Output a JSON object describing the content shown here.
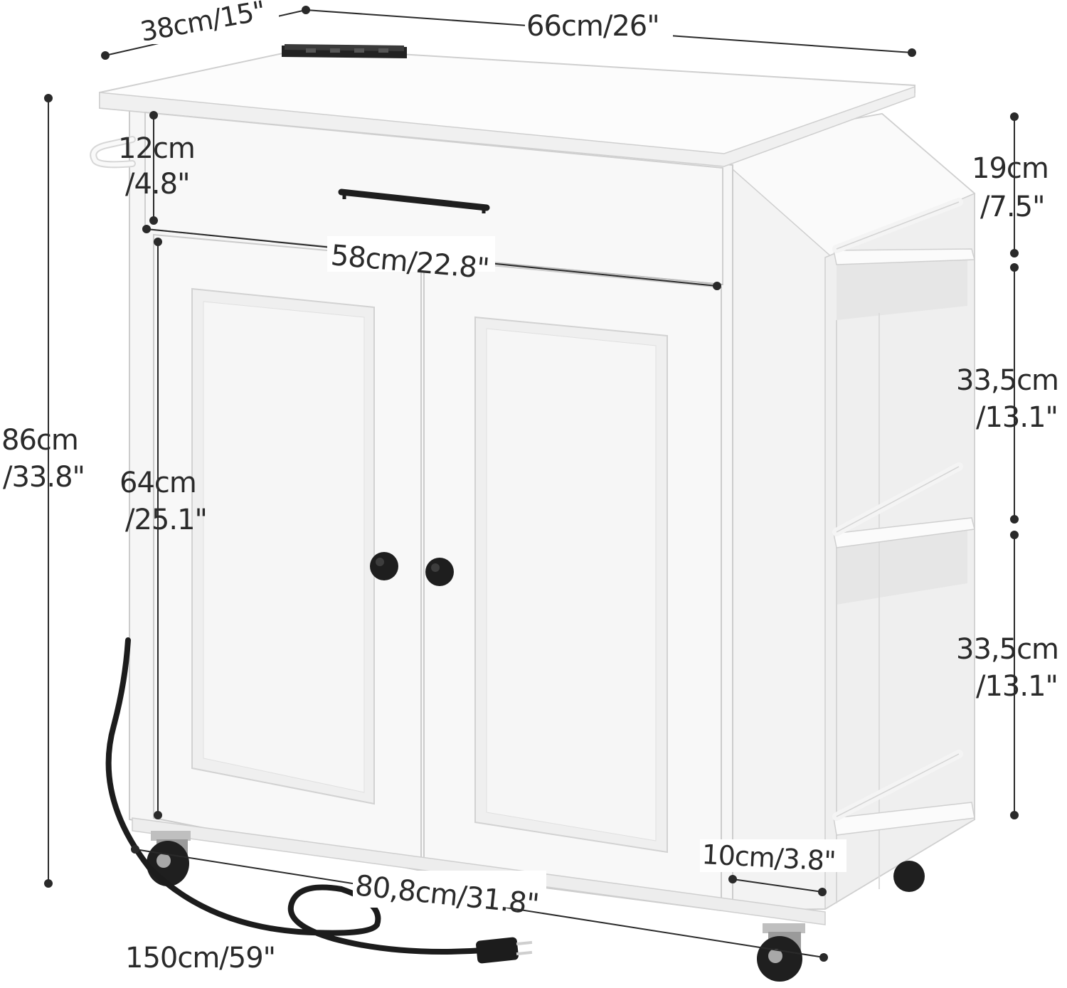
{
  "dimensions": {
    "depth": "38cm/15\"",
    "width": "66cm/26\"",
    "total_height_cm": "86cm",
    "total_height_in": "/33.8\"",
    "drawer_height_cm": "12cm",
    "drawer_height_in": "/4.8\"",
    "drawer_width": "58cm/22.8\"",
    "cabinet_height_cm": "64cm",
    "cabinet_height_in": "/25.1\"",
    "side_top_cm": "19cm",
    "side_top_in": "/7.5\"",
    "side_middle_cm": "33,5cm",
    "side_middle_in": "/13.1\"",
    "side_bottom_cm": "33,5cm",
    "side_bottom_in": "/13.1\"",
    "side_depth": "10cm/3.8\"",
    "base_diagonal": "80,8cm/31.8\"",
    "cord_length": "150cm/59\""
  },
  "colors": {
    "cabinet": "#f7f7f7",
    "panel": "#ececec",
    "outline": "#c9c9c9",
    "hardware": "#1e1e1e",
    "dim_line": "#2a2a2a"
  }
}
